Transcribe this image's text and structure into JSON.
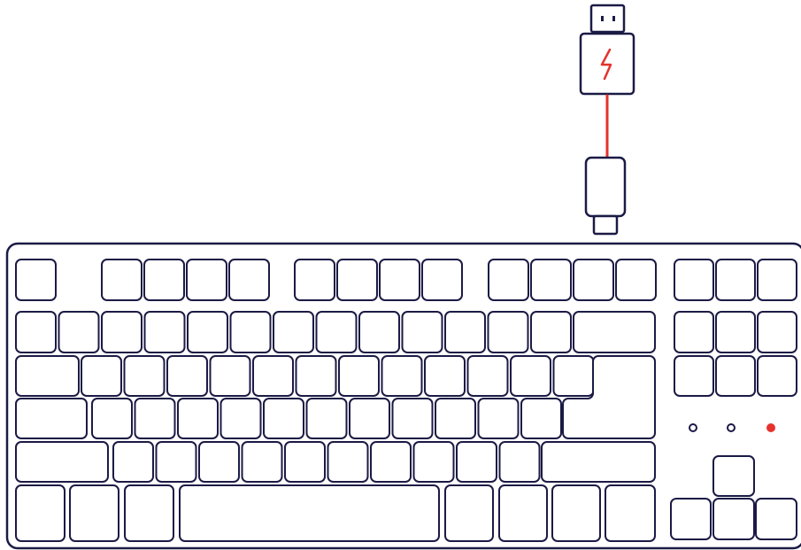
{
  "illustration": {
    "subject": "tenkeyless-keyboard-with-usb-cable",
    "icons": {
      "usb_connector": "usb-a-plug-icon",
      "charge_symbol": "lightning-bolt-icon",
      "cable_end": "usb-c-plug-icon"
    },
    "indicator_leds": [
      {
        "name": "led-1",
        "lit": false
      },
      {
        "name": "led-2",
        "lit": false
      },
      {
        "name": "led-3",
        "lit": true
      }
    ]
  },
  "colors": {
    "outline": "#1b1a45",
    "accent": "#e5322d",
    "fill": "#ffffff"
  }
}
